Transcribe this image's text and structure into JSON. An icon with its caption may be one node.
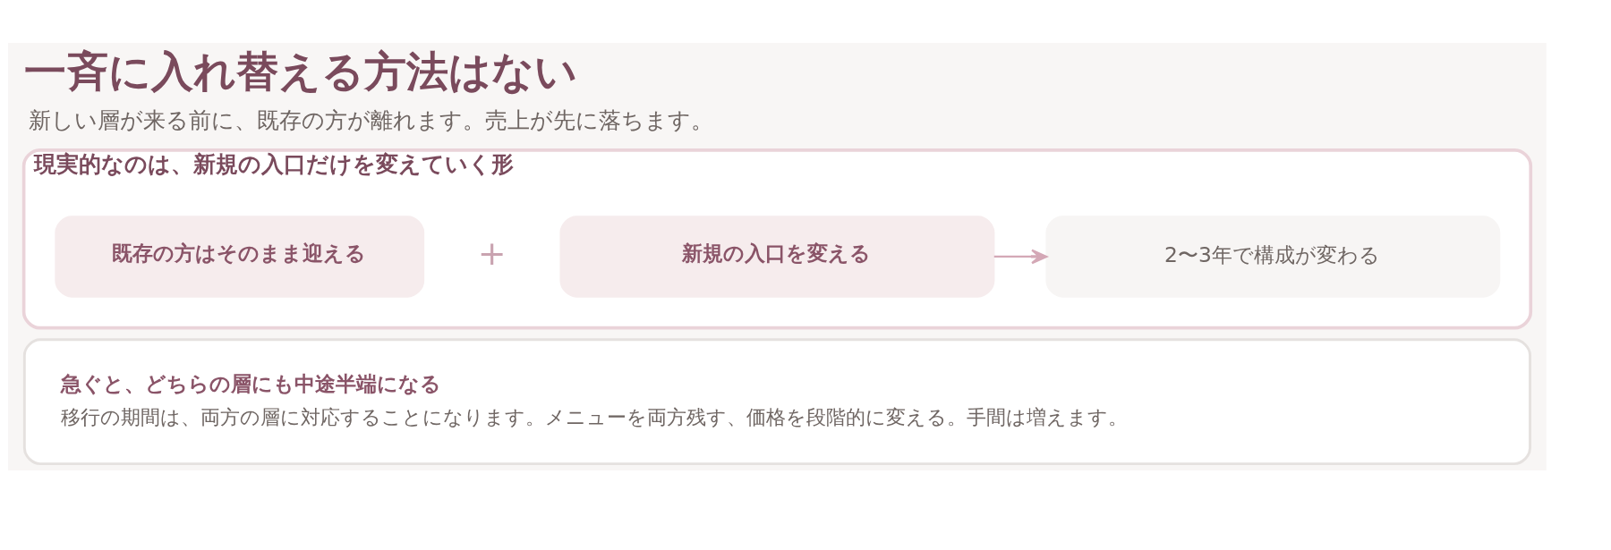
{
  "diagram": {
    "title": "一斉に入れ替える方法はない",
    "nodes": [
      {
        "text": [
          "現実的なのは、新規の入口だけを変えていく形"
        ]
      },
      {
        "text": [
          "既存の方はそのまま迎える"
        ],
        "in": 0
      },
      {
        "text": [
          "新規の入口を変える"
        ],
        "in": 0
      },
      {
        "text": [
          "2〜3年で構成が変わる"
        ],
        "in": 0
      },
      {
        "text": [
          "急ぐと、どちらの層にも中途半端になる",
          "移行の期間は、両方の層に対応することになります。メニューを両方残す、価格を段階的に変える。手間は増えます。"
        ]
      }
    ],
    "edges": [
      {
        "from": 2,
        "to": 3,
        "arrow": "to"
      }
    ],
    "labels": [
      "新しい層が来る前に、既存の方が離れます。売上が先に落ちます。",
      "+"
    ]
  }
}
